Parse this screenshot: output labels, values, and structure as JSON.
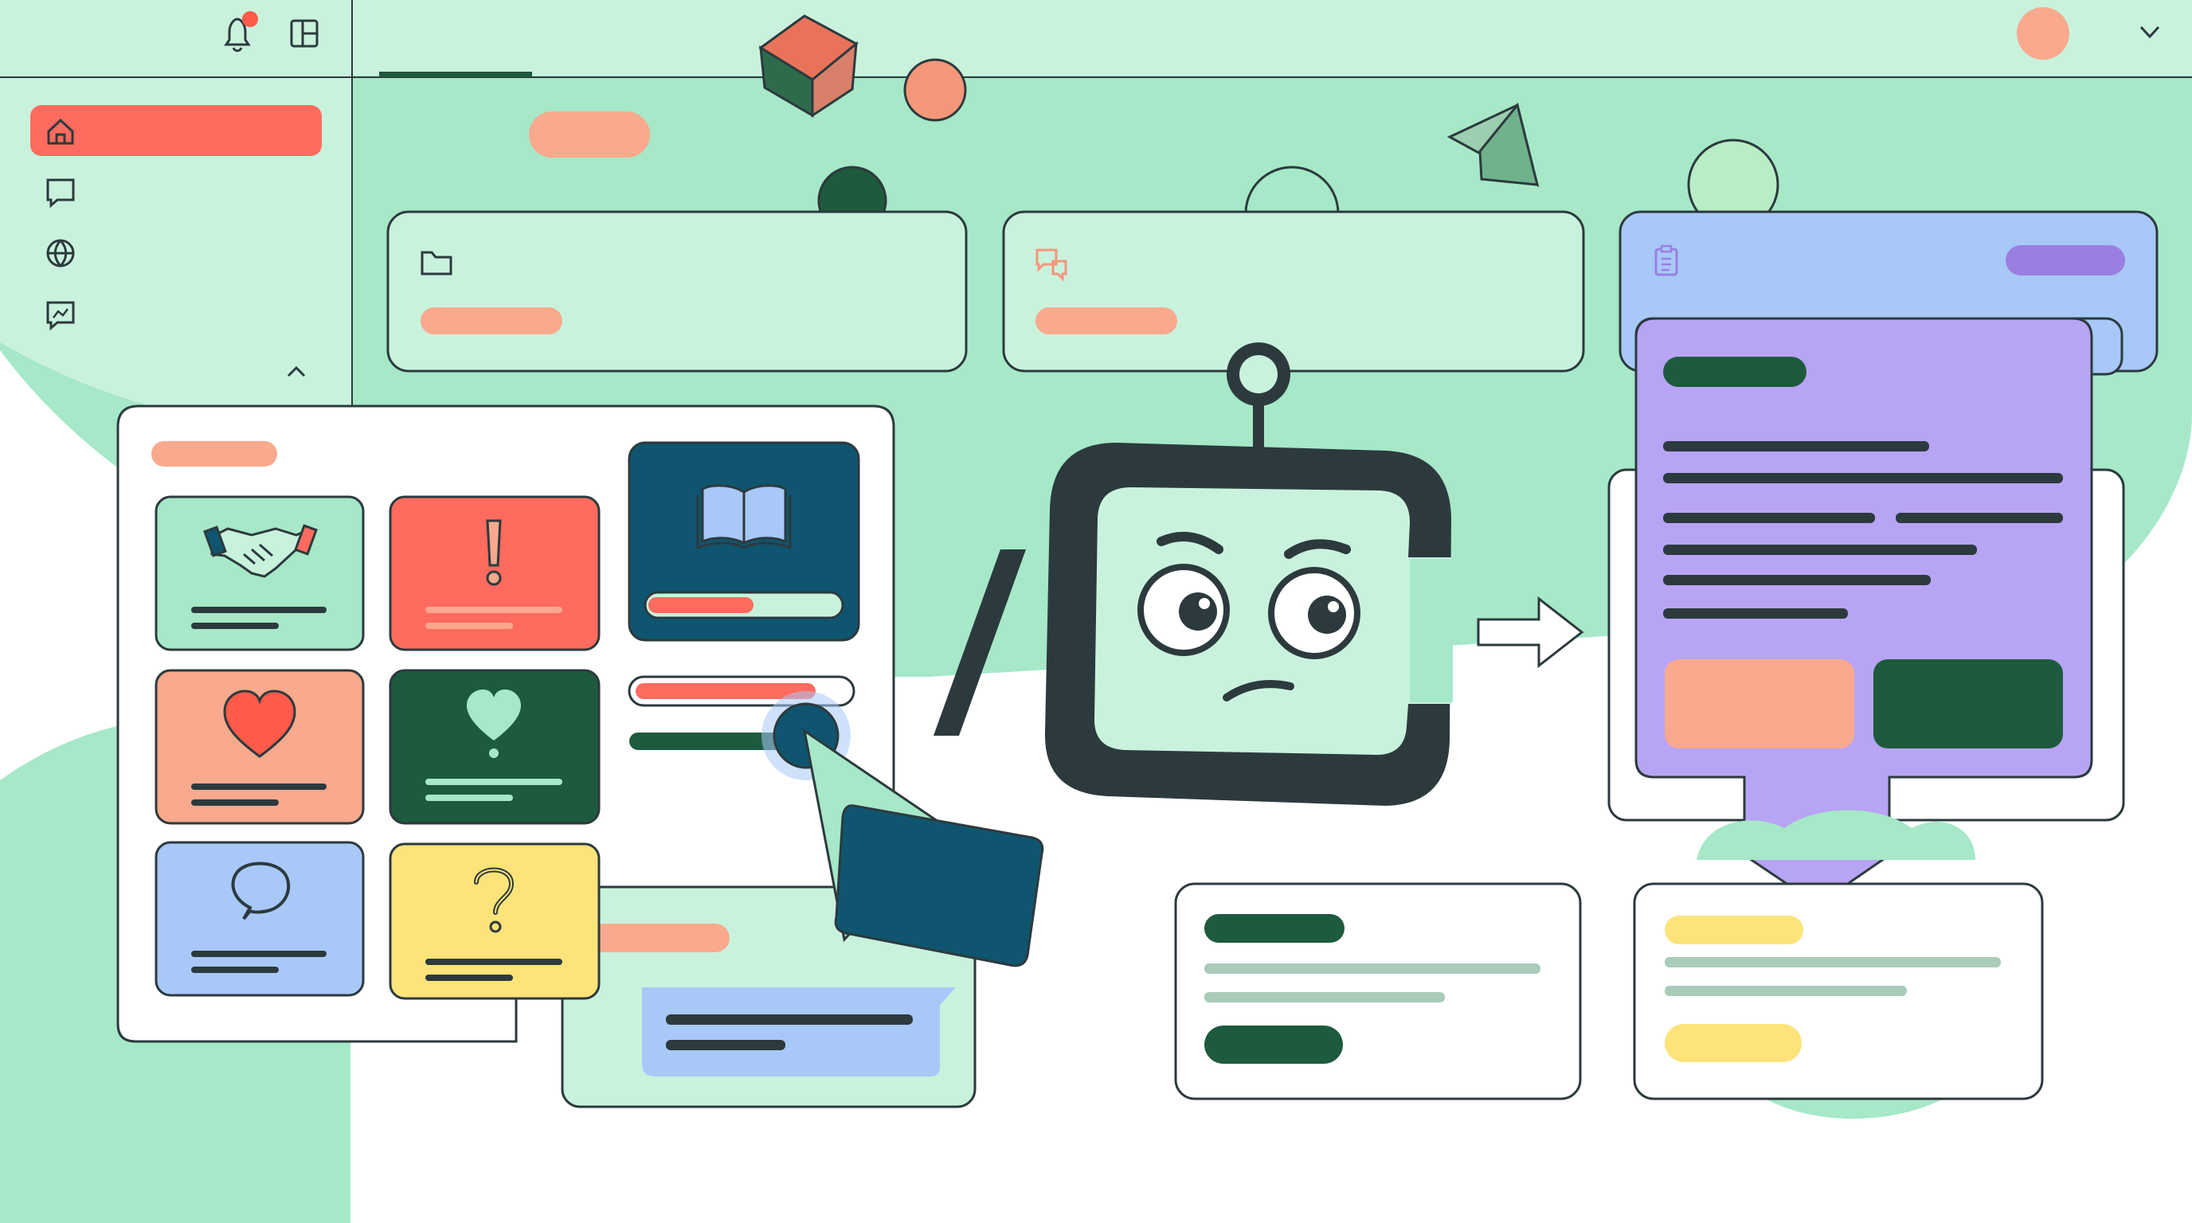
{
  "theme": {
    "mint": "#c9f2dd",
    "mint_mid": "#a6e8c8",
    "ink": "#2c3a3e",
    "coral": "#ff6b5e",
    "salmon": "#f9a98d",
    "forest": "#1e5a3e",
    "navy": "#0f5570",
    "blue": "#a8c8f8",
    "lavender": "#b8a4f4",
    "purple": "#9a7fe0",
    "yellow": "#fde37a",
    "sage": "#a9cbb8"
  },
  "topbar": {
    "icons": [
      "bell-icon",
      "layout-icon",
      "avatar",
      "chevron-down-icon"
    ],
    "notification_dot": true
  },
  "sidebar": {
    "items": [
      {
        "icon": "home-icon",
        "active": true
      },
      {
        "icon": "chat-icon",
        "active": false
      },
      {
        "icon": "globe-icon",
        "active": false
      },
      {
        "icon": "chart-message-icon",
        "active": false
      }
    ],
    "collapse_icon": "chevron-up-icon"
  },
  "cards": [
    {
      "icon": "folder-icon"
    },
    {
      "icon": "chat-bubbles-icon"
    },
    {
      "icon": "clipboard-icon"
    }
  ],
  "tiles": [
    {
      "icon": "handshake-icon",
      "color": "#a6e8c8"
    },
    {
      "icon": "alert-icon",
      "color": "#ff6b5e"
    },
    {
      "icon": "book-icon",
      "color": "#0f5570"
    },
    {
      "icon": "heart-icon",
      "color": "#f9a98d"
    },
    {
      "icon": "heart-like-icon",
      "color": "#1e5a3e"
    },
    {
      "icon": "speech-bubble-icon",
      "color": "#a8c8f8"
    },
    {
      "icon": "question-icon",
      "color": "#fde37a"
    }
  ],
  "progress": {
    "book_tile": 0.55,
    "panel_bar": 0.85
  },
  "mascot": {
    "icon": "robot-icon",
    "expression": "frowning"
  },
  "connector": {
    "icon": "arrow-right-icon"
  }
}
